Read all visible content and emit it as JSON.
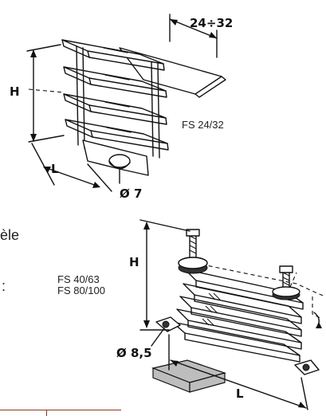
{
  "figure_top": {
    "dim_width": "24÷32",
    "dim_height": "H",
    "dim_length": "L",
    "dim_hole": "Ø 7",
    "model": "FS 24/32"
  },
  "figure_bottom": {
    "dim_height": "H",
    "dim_hole": "Ø 8,5",
    "dim_length": "L",
    "model_1": "FS 40/63",
    "model_2": "FS 80/100"
  },
  "side_text": {
    "fragment_1": "èle",
    "fragment_2": ":"
  }
}
